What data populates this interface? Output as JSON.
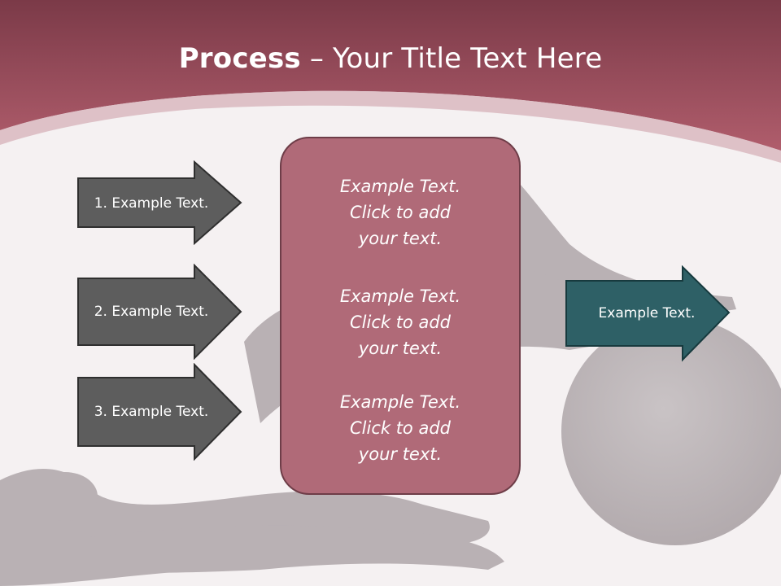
{
  "title": {
    "bold": "Process",
    "rest": " – Your Title Text Here"
  },
  "left_arrows": [
    {
      "label": "1. Example Text."
    },
    {
      "label": "2. Example Text."
    },
    {
      "label": "3. Example Text."
    }
  ],
  "center_blocks": [
    {
      "text": "Example Text.\nClick  to add\nyour text."
    },
    {
      "text": "Example Text.\nClick  to add\nyour text."
    },
    {
      "text": "Example Text.\nClick  to add\nyour text."
    }
  ],
  "right_arrow": {
    "label": "Example Text."
  },
  "colors": {
    "header": "#a55664",
    "left_arrow_fill": "#5d5d5d",
    "center_box_fill": "#b06a78",
    "right_arrow_fill": "#2e6066"
  }
}
